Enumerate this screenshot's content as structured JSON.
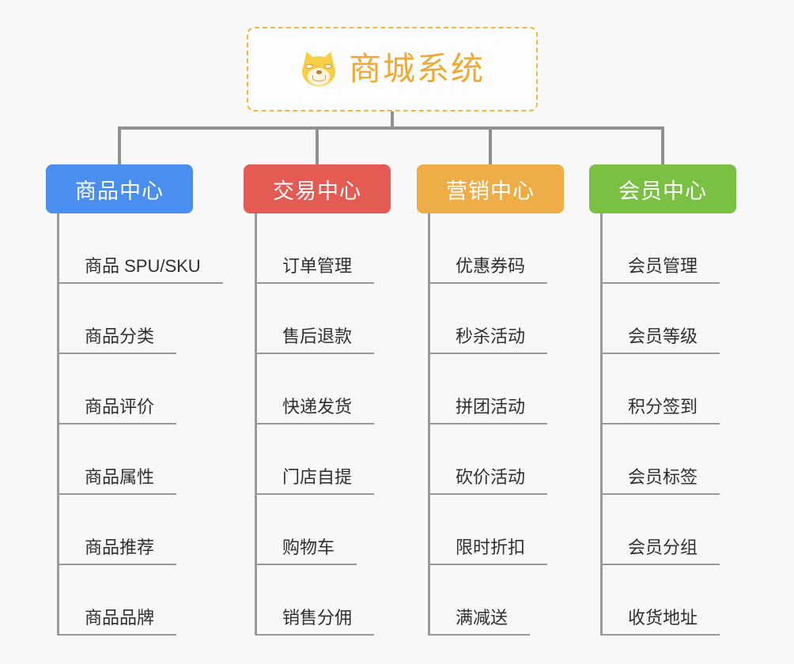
{
  "page": {
    "background_color": "#f8f8f8",
    "connector_color": "#909090",
    "item_text_color": "#2f2f2f"
  },
  "root": {
    "title": "商城系统",
    "icon": "dog-face-emoji",
    "text_color": "#eeaa33",
    "border_color": "#f0b842",
    "background_color": "#fdfdfd"
  },
  "branches": [
    {
      "label": "商品中心",
      "color": "#4a8ef0",
      "items": [
        {
          "label": "商品 SPU/SKU"
        },
        {
          "label": "商品分类"
        },
        {
          "label": "商品评价"
        },
        {
          "label": "商品属性"
        },
        {
          "label": "商品推荐"
        },
        {
          "label": "商品品牌"
        }
      ]
    },
    {
      "label": "交易中心",
      "color": "#e45b54",
      "items": [
        {
          "label": "订单管理"
        },
        {
          "label": "售后退款"
        },
        {
          "label": "快递发货"
        },
        {
          "label": "门店自提"
        },
        {
          "label": "购物车"
        },
        {
          "label": "销售分佣"
        }
      ]
    },
    {
      "label": "营销中心",
      "color": "#eead46",
      "items": [
        {
          "label": "优惠券码"
        },
        {
          "label": "秒杀活动"
        },
        {
          "label": "拼团活动"
        },
        {
          "label": "砍价活动"
        },
        {
          "label": "限时折扣"
        },
        {
          "label": "满减送"
        }
      ]
    },
    {
      "label": "会员中心",
      "color": "#7bc council",
      "items": [
        {
          "label": "会员管理"
        },
        {
          "label": "会员等级"
        },
        {
          "label": "积分签到"
        },
        {
          "label": "会员标签"
        },
        {
          "label": "会员分组"
        },
        {
          "label": "收货地址"
        }
      ]
    }
  ]
}
